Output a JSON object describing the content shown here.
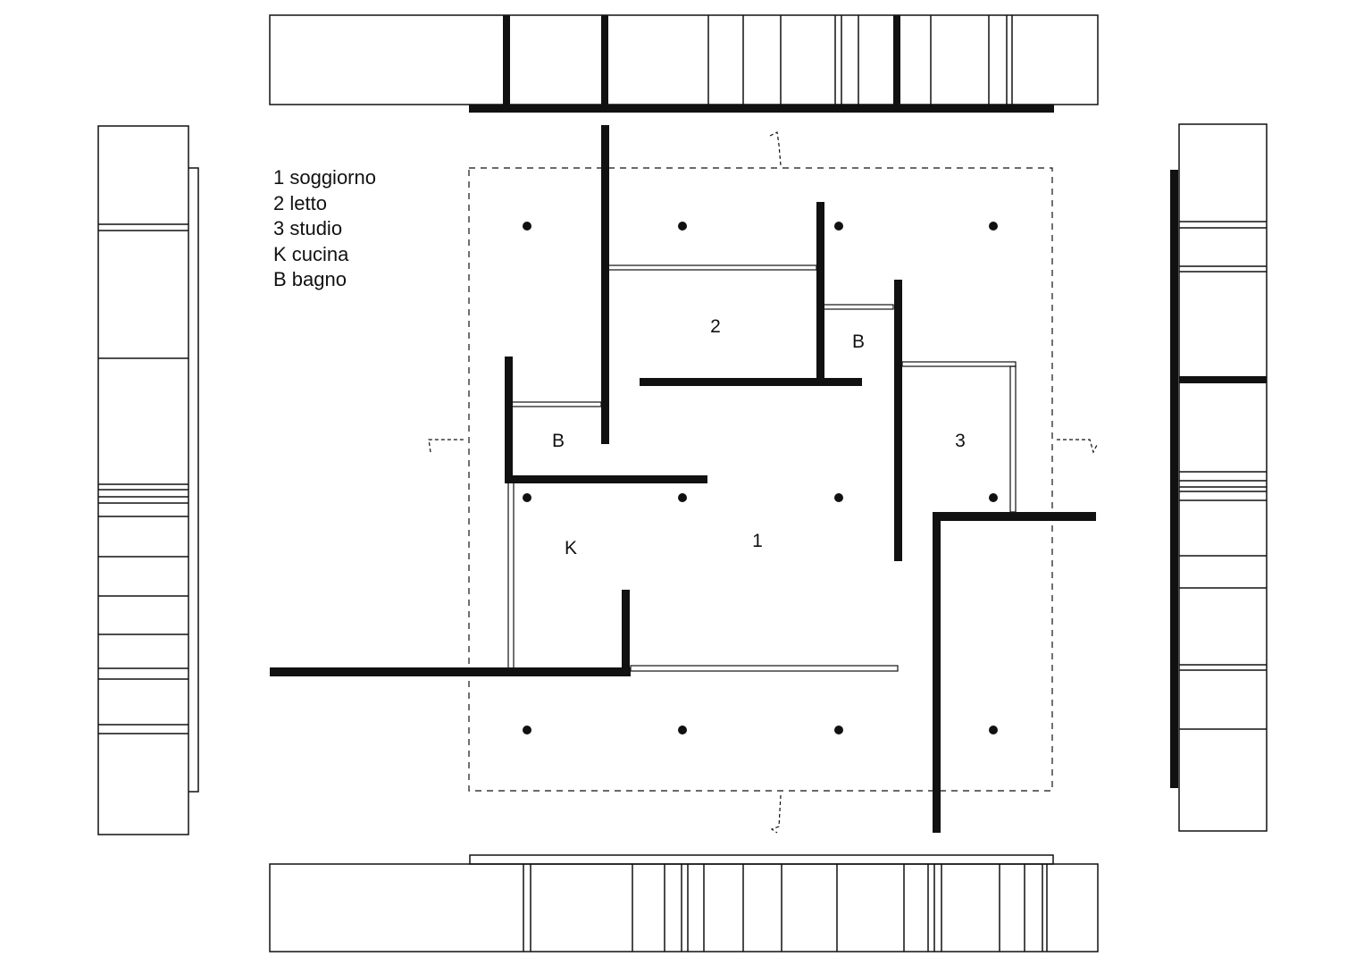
{
  "legend": [
    "1 soggiorno",
    "2 letto",
    "3 studio",
    "K cucina",
    "B bagno"
  ],
  "room_labels": {
    "letto": "2",
    "bagno_upper": "B",
    "bagno_lower": "B",
    "studio": "3",
    "cucina": "K",
    "soggiorno": "1"
  },
  "colors": {
    "ink": "#111111",
    "paper": "#ffffff"
  }
}
